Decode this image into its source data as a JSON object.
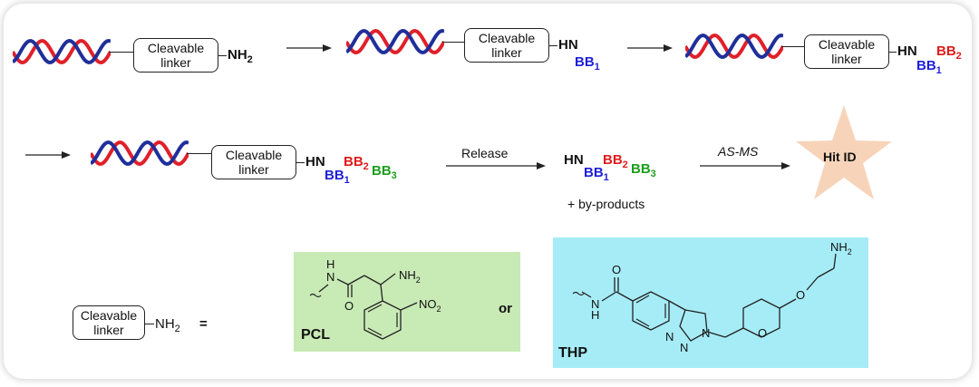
{
  "linker": {
    "line1": "Cleavable",
    "line2": "linker"
  },
  "amine": {
    "nh": "NH",
    "sub2": "2"
  },
  "hn": "HN",
  "bb1": {
    "label": "BB",
    "sub": "1"
  },
  "bb2": {
    "label": "BB",
    "sub": "2"
  },
  "bb3": {
    "label": "BB",
    "sub": "3"
  },
  "release_label": "Release",
  "byproducts_label": "+ by-products",
  "asms_label": "AS-MS",
  "hit_label": "Hit ID",
  "equals": "=",
  "or_label": "or",
  "pcl": {
    "name": "PCL",
    "h": "H",
    "n": "N",
    "o": "O",
    "nh2": "NH",
    "nh2_sub": "2",
    "no2": "NO",
    "no2_sub": "2"
  },
  "thp": {
    "name": "THP",
    "h": "H",
    "n": "N",
    "o": "O",
    "nh2": "NH",
    "nh2_sub": "2"
  },
  "colors": {
    "dna_red": "#e0202a",
    "dna_blue": "#1f2f9a",
    "bb1": "#1f1fd6",
    "bb2": "#e01b1b",
    "bb3": "#1b9e1b",
    "star": "#f7d4b9",
    "pcl_bg": "#c8eab5",
    "thp_bg": "#a6ecf6"
  }
}
